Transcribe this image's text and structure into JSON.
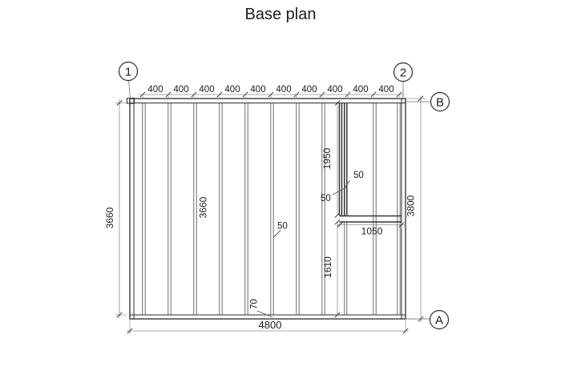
{
  "title": "Base plan",
  "grid": {
    "column_1": "1",
    "column_2": "2",
    "row_b": "B",
    "row_a": "A"
  },
  "dimensions": {
    "top_spacing": [
      "400",
      "400",
      "400",
      "400",
      "400",
      "400",
      "400",
      "400",
      "400",
      "400"
    ],
    "left_inner_height": "3660",
    "joist_length": "3660",
    "right_overall_height": "3800",
    "bottom_overall_width": "4800",
    "upper_trimmer_length": "1950",
    "lower_trimmer_length": "1610",
    "header_opening_width": "1050",
    "joist_thickness_callouts": [
      "50",
      "50",
      "50"
    ],
    "rim_thickness_callout": "70"
  },
  "colors": {
    "structure_line": "#2b2b2b",
    "joist_line": "#5a5a5a",
    "dimension_line": "#8f8f8f",
    "text": "#1c1c1c",
    "background": "#ffffff"
  }
}
